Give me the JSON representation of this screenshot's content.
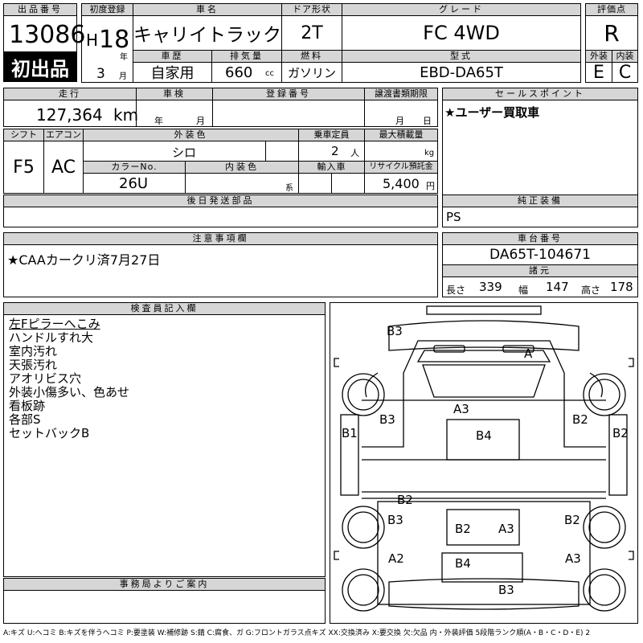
{
  "labels": {
    "lot_no": "出品番号",
    "first_reg": "初度登録",
    "car_name": "車名",
    "door": "ドア形状",
    "grade": "グレード",
    "score": "評価点",
    "era": "年",
    "month": "月",
    "history": "車歴",
    "displacement": "排気量",
    "fuel": "燃料",
    "model_code": "型式",
    "ext": "外装",
    "int": "内装",
    "mileage": "走行",
    "inspection": "車検",
    "reg_no": "登録番号",
    "transfer_deadline": "譲渡書類期限",
    "year_unit": "年",
    "month_unit": "月",
    "day_unit": "日",
    "sales_point": "セールスポイント",
    "shift": "シフト",
    "aircon": "エアコン",
    "ext_color": "外装色",
    "capacity": "乗車定員",
    "max_load": "最大積載量",
    "color_no": "カラーNo.",
    "int_color": "内装色",
    "import": "輸入車",
    "recycle": "リサイクル預託金",
    "later_parts": "後日発送部品",
    "genuine_equip": "純正装備",
    "notes": "注意事項欄",
    "chassis_no": "車台番号",
    "dimensions": "諸元",
    "length": "長さ",
    "width": "幅",
    "height": "高さ",
    "inspector": "検査員記入欄",
    "office": "事務局よりご案内",
    "cc": "cc",
    "km": "km",
    "persons": "人",
    "kg": "kg",
    "yen": "円",
    "kei": "系"
  },
  "values": {
    "lot_no": "13086",
    "first_listing": "初出品",
    "era_letter": "H",
    "year": "18",
    "month": "3",
    "car_name": "キャリイトラック",
    "door": "2T",
    "grade": "FC 4WD",
    "score": "R",
    "history": "自家用",
    "displacement": "660",
    "fuel": "ガソリン",
    "model_code": "EBD-DA65T",
    "ext_score": "E",
    "int_score": "C",
    "mileage": "127,364",
    "sales_point": "★ユーザー買取車",
    "shift": "F5",
    "aircon": "AC",
    "ext_color": "シロ",
    "capacity": "2",
    "color_no": "26U",
    "recycle": "5,400",
    "genuine_equip": "PS",
    "notes": "★CAAカークリ済7月27日",
    "chassis_no": "DA65T-104671",
    "length": "339",
    "width": "147",
    "height": "178"
  },
  "inspector_lines": [
    "左Fピラーへこみ",
    "ハンドルすれ大",
    "室内汚れ",
    "天張汚れ",
    "アオリビス穴",
    "外装小傷多い、色あせ",
    "看板跡",
    "各部S",
    "セットバックB"
  ],
  "damage": {
    "front_bumper": "B3",
    "windshield": "A",
    "hood": "A3",
    "cab_left": "B3",
    "cab_right": "B2",
    "door_left": "B1",
    "door_right": "B2",
    "cab_center": "B4",
    "frame": "B2",
    "rear_left": "B3",
    "rear_right": "B2",
    "bed_b2": "B2",
    "bed_a3": "A3",
    "bed_left": "A2",
    "bed_right": "A3",
    "tail": "B4",
    "rear_bumper": "B3"
  },
  "legend": "A:キズ U:ヘコミ B:キズを伴うヘコミ P:要塗装 W:補修跡 S:錆 C:腐食、ガ G:フロントガラス点キズ XX:交換済み X:要交換 欠:欠品 内・外装評価 5段階ランク順(A・B・C・D・E) 2"
}
